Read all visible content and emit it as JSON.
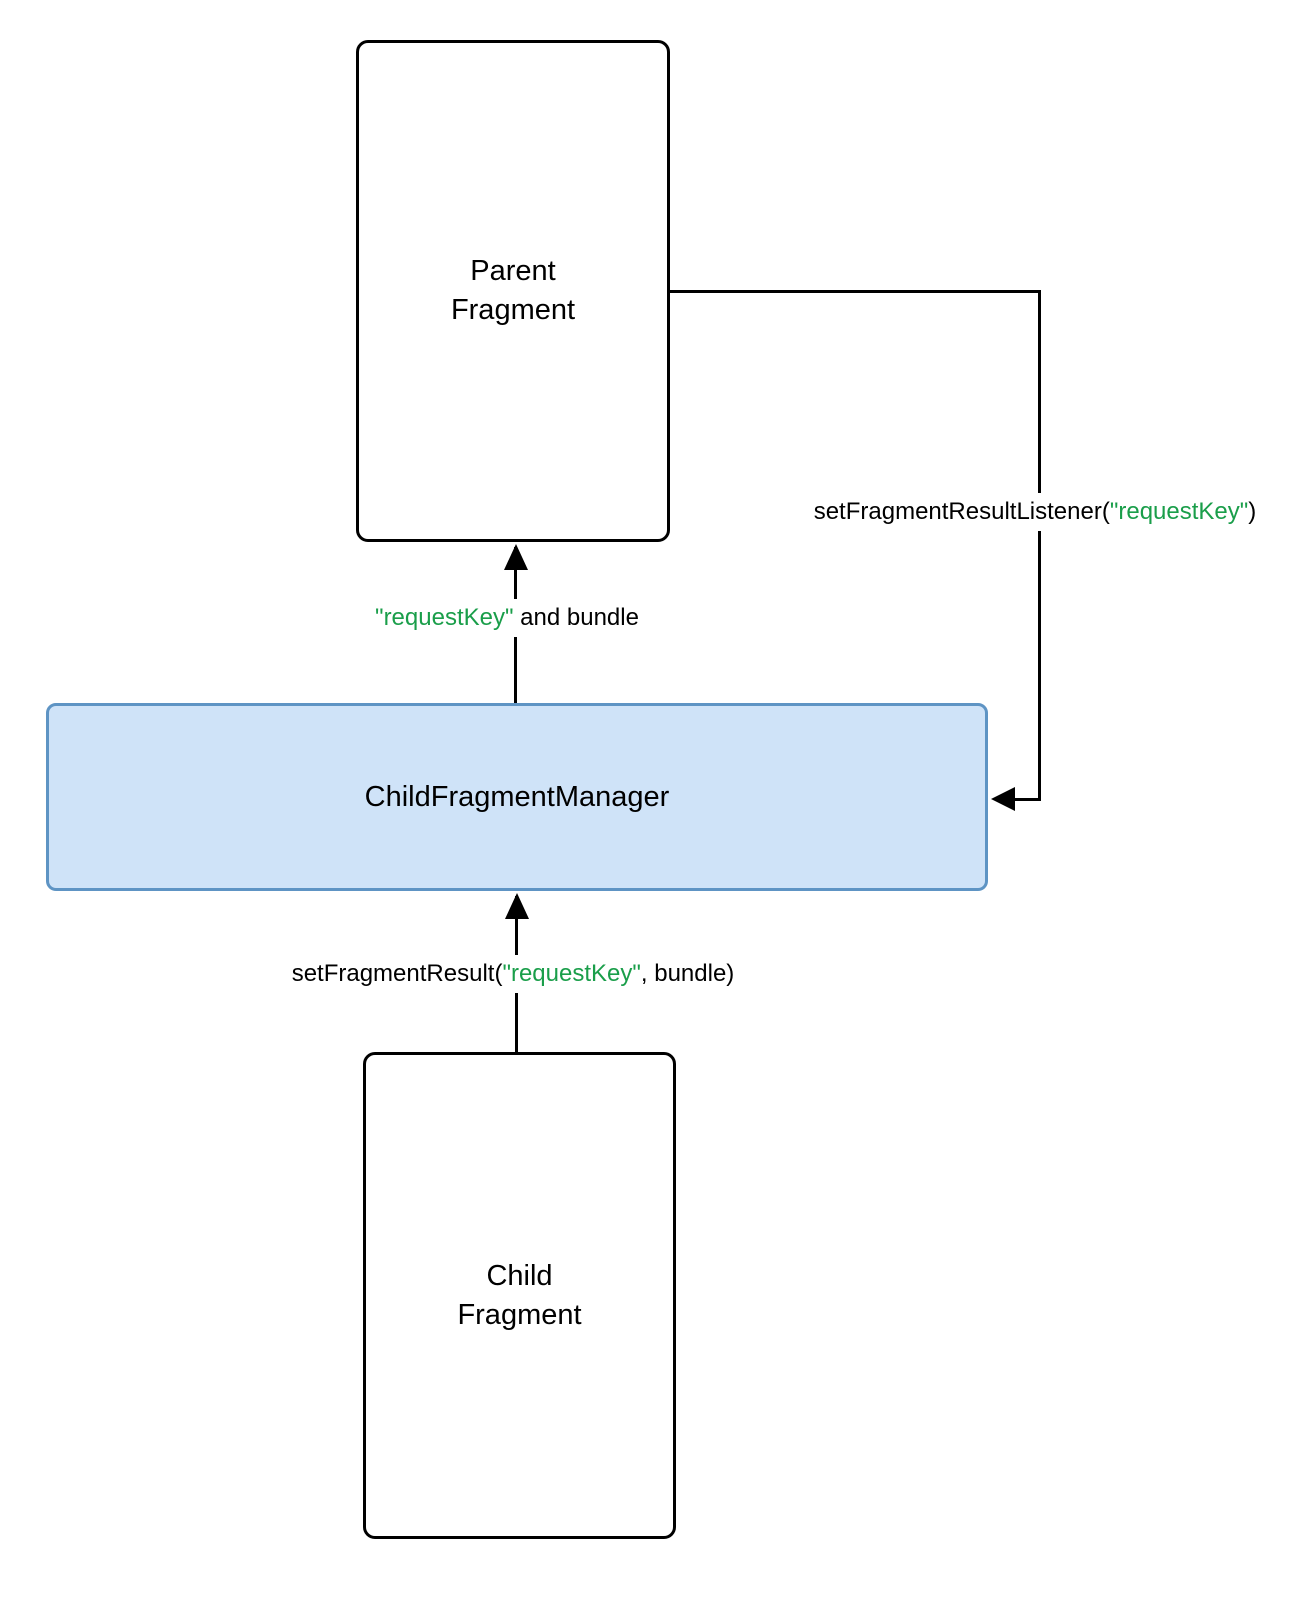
{
  "diagram": {
    "boxes": {
      "parent_fragment": {
        "label": "Parent\nFragment"
      },
      "child_fragment_manager": {
        "label": "ChildFragmentManager"
      },
      "child_fragment": {
        "label": "Child\nFragment"
      }
    },
    "annotations": {
      "set_listener": {
        "pre": "setFragmentResultListener(",
        "key": "\"requestKey\"",
        "post": ")"
      },
      "deliver_result": {
        "key": "\"requestKey\"",
        "post": " and bundle"
      },
      "set_result": {
        "pre": "setFragmentResult(",
        "key": "\"requestKey\"",
        "post": ", bundle)"
      }
    }
  },
  "colors": {
    "annotation_key_green": "#1a9e4a",
    "manager_box_fill": "#cfe3f8",
    "manager_box_border": "#5e94c4",
    "connector_black": "#000000"
  }
}
